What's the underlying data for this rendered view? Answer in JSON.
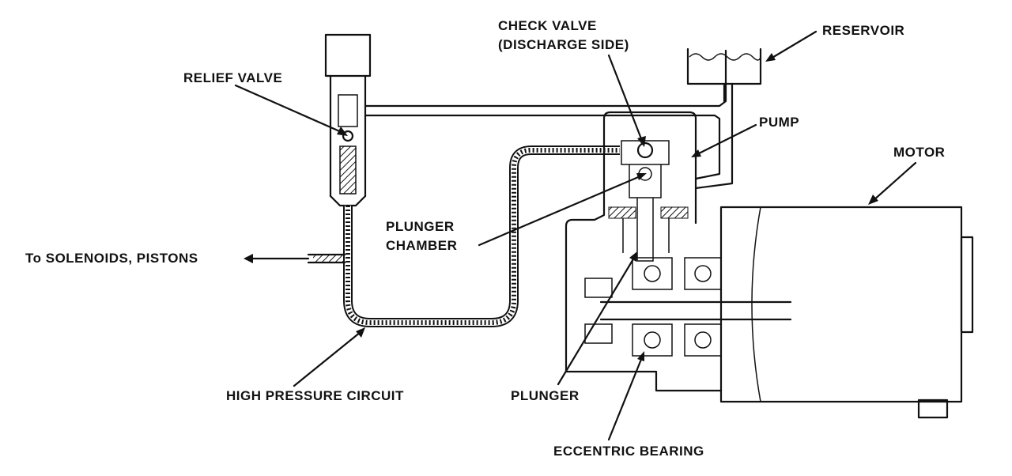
{
  "labels": {
    "relief_valve": "RELIEF VALVE",
    "check_valve_line1": "CHECK VALVE",
    "check_valve_line2": "(DISCHARGE SIDE)",
    "reservoir": "RESERVOIR",
    "pump": "PUMP",
    "motor": "MOTOR",
    "plunger_chamber_line1": "PLUNGER",
    "plunger_chamber_line2": "CHAMBER",
    "to_solenoids": "To SOLENOIDS, PISTONS",
    "high_pressure_circuit": "HIGH PRESSURE CIRCUIT",
    "plunger": "PLUNGER",
    "eccentric_bearing": "ECCENTRIC BEARING"
  }
}
